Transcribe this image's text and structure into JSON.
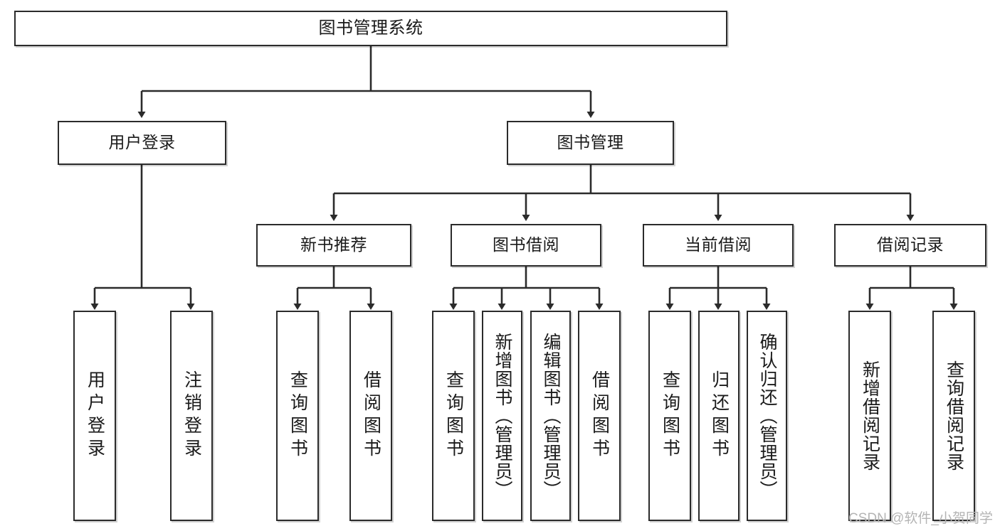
{
  "diagram": {
    "type": "tree",
    "title": "图书管理系统",
    "orientation": "top-down",
    "colors": {
      "node_border": "#2b2b2b",
      "node_fill": "#ffffff",
      "connector": "#2b2b2b",
      "text": "#1a1a1a",
      "watermark": "#b4b4b4",
      "background": "#ffffff"
    },
    "nodes": {
      "root": {
        "label": "图书管理系统"
      },
      "level2": [
        {
          "id": "user-login",
          "label": "用户登录"
        },
        {
          "id": "book-manage",
          "label": "图书管理"
        }
      ],
      "level3": [
        {
          "id": "new-book-recommend",
          "label": "新书推荐"
        },
        {
          "id": "book-borrow",
          "label": "图书借阅"
        },
        {
          "id": "current-borrow",
          "label": "当前借阅"
        },
        {
          "id": "borrow-record",
          "label": "借阅记录"
        }
      ],
      "leaves": [
        {
          "id": "leaf-user-login",
          "parent": "user-login",
          "label": "用户登录"
        },
        {
          "id": "leaf-logout-login",
          "parent": "user-login",
          "label": "注销登录"
        },
        {
          "id": "leaf-query-book-1",
          "parent": "new-book-recommend",
          "label": "查询图书"
        },
        {
          "id": "leaf-borrow-book-1",
          "parent": "new-book-recommend",
          "label": "借阅图书"
        },
        {
          "id": "leaf-query-book-2",
          "parent": "book-borrow",
          "label": "查询图书"
        },
        {
          "id": "leaf-add-book",
          "parent": "book-borrow",
          "label": "新增图书（管理员）"
        },
        {
          "id": "leaf-edit-book",
          "parent": "book-borrow",
          "label": "编辑图书（管理员）"
        },
        {
          "id": "leaf-borrow-book-2",
          "parent": "book-borrow",
          "label": "借阅图书"
        },
        {
          "id": "leaf-query-book-3",
          "parent": "current-borrow",
          "label": "查询图书"
        },
        {
          "id": "leaf-return-book",
          "parent": "current-borrow",
          "label": "归还图书"
        },
        {
          "id": "leaf-confirm-return",
          "parent": "current-borrow",
          "label": "确认归还（管理员）"
        },
        {
          "id": "leaf-add-record",
          "parent": "borrow-record",
          "label": "新增借阅记录"
        },
        {
          "id": "leaf-query-record",
          "parent": "borrow-record",
          "label": "查询借阅记录"
        }
      ]
    },
    "watermark": "CSDN @软件_小贺同学"
  }
}
